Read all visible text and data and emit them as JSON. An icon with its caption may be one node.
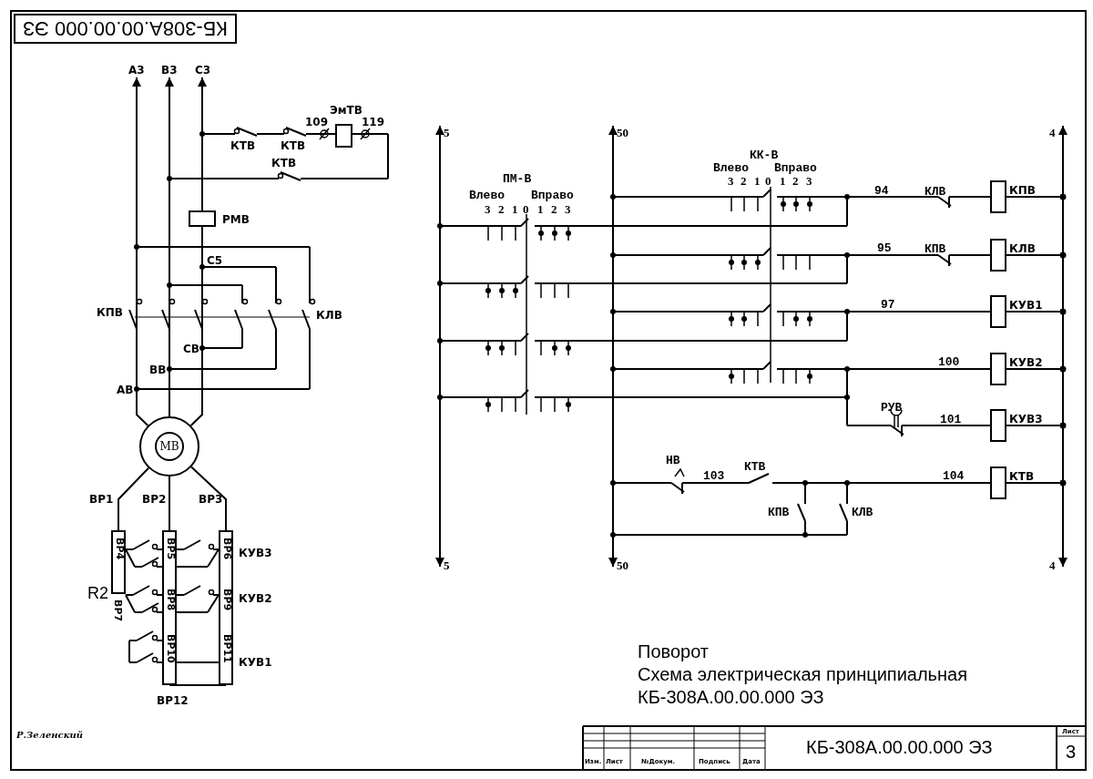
{
  "diagram": {
    "nodes": [
      {
        "text": [
          "КБ-308А.00.00.000 ЭЗ"
        ]
      },
      {
        "text": [
          "А3"
        ]
      },
      {
        "text": [
          "В3"
        ]
      },
      {
        "text": [
          "С3"
        ]
      },
      {
        "text": [
          "ЭмТВ"
        ]
      },
      {
        "text": [
          "РМВ"
        ]
      },
      {
        "text": [
          "МВ"
        ]
      },
      {
        "text": [
          "ВР4",
          "ВР7"
        ]
      },
      {
        "text": [
          "ВР5",
          "ВР8",
          "ВР10"
        ]
      },
      {
        "text": [
          "ВР6",
          "ВР9",
          "ВР11"
        ]
      },
      {
        "text": [
          "5"
        ]
      },
      {
        "text": [
          "50"
        ]
      },
      {
        "text": [
          "4"
        ]
      },
      {
        "text": [
          "КПВ"
        ]
      },
      {
        "text": [
          "КЛВ"
        ]
      },
      {
        "text": [
          "КУВ1"
        ]
      },
      {
        "text": [
          "КУВ2"
        ]
      },
      {
        "text": [
          "КУВ3"
        ]
      },
      {
        "text": [
          "КТВ"
        ]
      },
      {
        "text": [
          "5"
        ]
      },
      {
        "text": [
          "50"
        ]
      },
      {
        "text": [
          "4"
        ]
      }
    ],
    "edges": [
      {
        "from": 6,
        "to": 7,
        "arrow": "none",
        "label": "ВР1"
      },
      {
        "from": 6,
        "to": 8,
        "arrow": "none",
        "label": "ВР2"
      },
      {
        "from": 6,
        "to": 9,
        "arrow": "none",
        "label": "ВР3"
      },
      {
        "from": 8,
        "to": 9,
        "arrow": "none",
        "label": "ВР12"
      },
      {
        "from": 6,
        "to": 1,
        "arrow": "to"
      },
      {
        "from": 6,
        "to": 2,
        "arrow": "to"
      },
      {
        "from": 6,
        "to": 5,
        "arrow": "none"
      },
      {
        "from": 19,
        "to": 10,
        "arrow": "both"
      },
      {
        "from": 20,
        "to": 11,
        "arrow": "both"
      },
      {
        "from": 21,
        "to": 12,
        "arrow": "both"
      },
      {
        "from": 5,
        "to": 3,
        "arrow": "to"
      },
      {
        "from": 13,
        "to": null,
        "arrow": "other"
      },
      {
        "from": 14,
        "to": null,
        "arrow": "other"
      },
      {
        "from": 15,
        "to": null,
        "arrow": "other"
      },
      {
        "from": 16,
        "to": null,
        "arrow": "other"
      },
      {
        "from": 17,
        "to": null,
        "arrow": "other"
      },
      {
        "from": 18,
        "to": null,
        "arrow": "other"
      }
    ],
    "labels": [
      "КТВ",
      "КТВ",
      "109",
      "119",
      "КТВ",
      "С5",
      "КПВ",
      "КЛВ",
      "СВ",
      "ВВ",
      "АВ",
      "КУВ3",
      "R2",
      "КУВ2",
      "КУВ1",
      "ПМ-В",
      "Влево",
      "Вправо",
      "3",
      "2",
      "1",
      "0",
      "1",
      "2",
      "3",
      "КК-В",
      "Влево",
      "Вправо",
      "3",
      "2",
      "1",
      "0",
      "1",
      "2",
      "3",
      "94",
      "КЛВ",
      "95",
      "КПВ",
      "97",
      "100",
      "РУВ",
      "101",
      "НВ",
      "103",
      "КТВ",
      "104",
      "КПВ",
      "КЛВ",
      "Поворот",
      "Схема электрическая принципиальная",
      "КБ-308А.00.00.000 ЭЗ",
      "Р.Зеленский",
      "Изм.",
      "Лист",
      "№Докум.",
      "Подпись",
      "Дата",
      "КБ-308А.00.00.000 ЭЗ",
      "Лист",
      "3"
    ]
  }
}
